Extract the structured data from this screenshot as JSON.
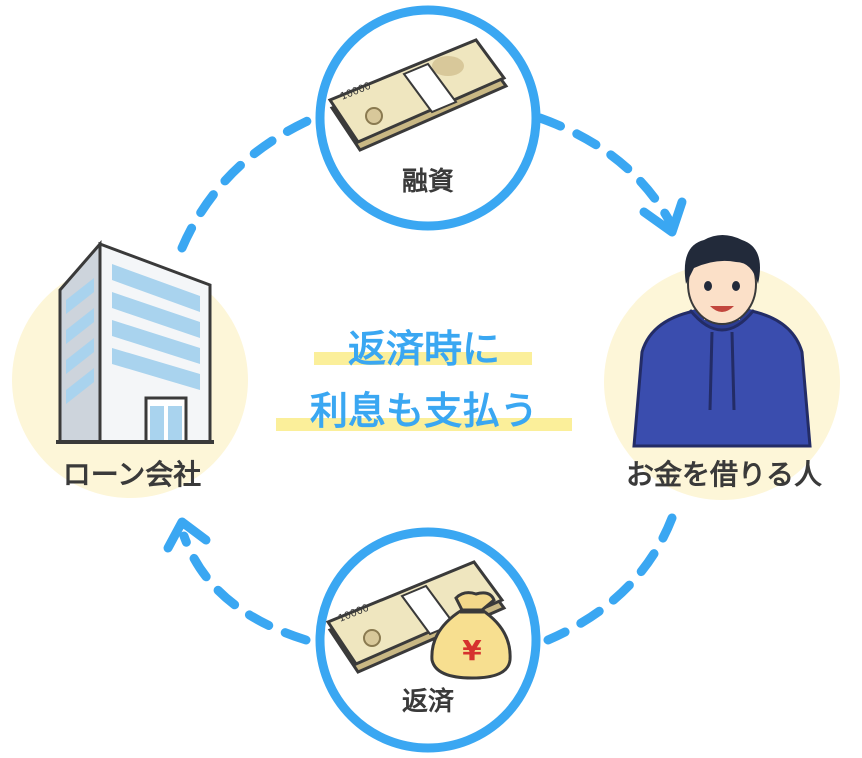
{
  "center": {
    "line1": "返済時に",
    "line2": "利息も支払う"
  },
  "nodes": {
    "lender": {
      "label": "ローン会社",
      "icon": "office-building-icon"
    },
    "borrower": {
      "label": "お金を借りる人",
      "icon": "man-in-hoodie-icon"
    },
    "loan": {
      "label": "融資",
      "icon": "banknote-bundle-icon"
    },
    "repayment": {
      "label": "返済",
      "icon": "banknote-and-yen-bag-icon"
    }
  },
  "money_bag_symbol": "¥",
  "banknote_number": "10000",
  "colors": {
    "accent_blue": "#3aa7f2",
    "circle_fill": "#fdf6d8",
    "highlight": "#fbef9a",
    "label_text": "#3a3a3a"
  }
}
